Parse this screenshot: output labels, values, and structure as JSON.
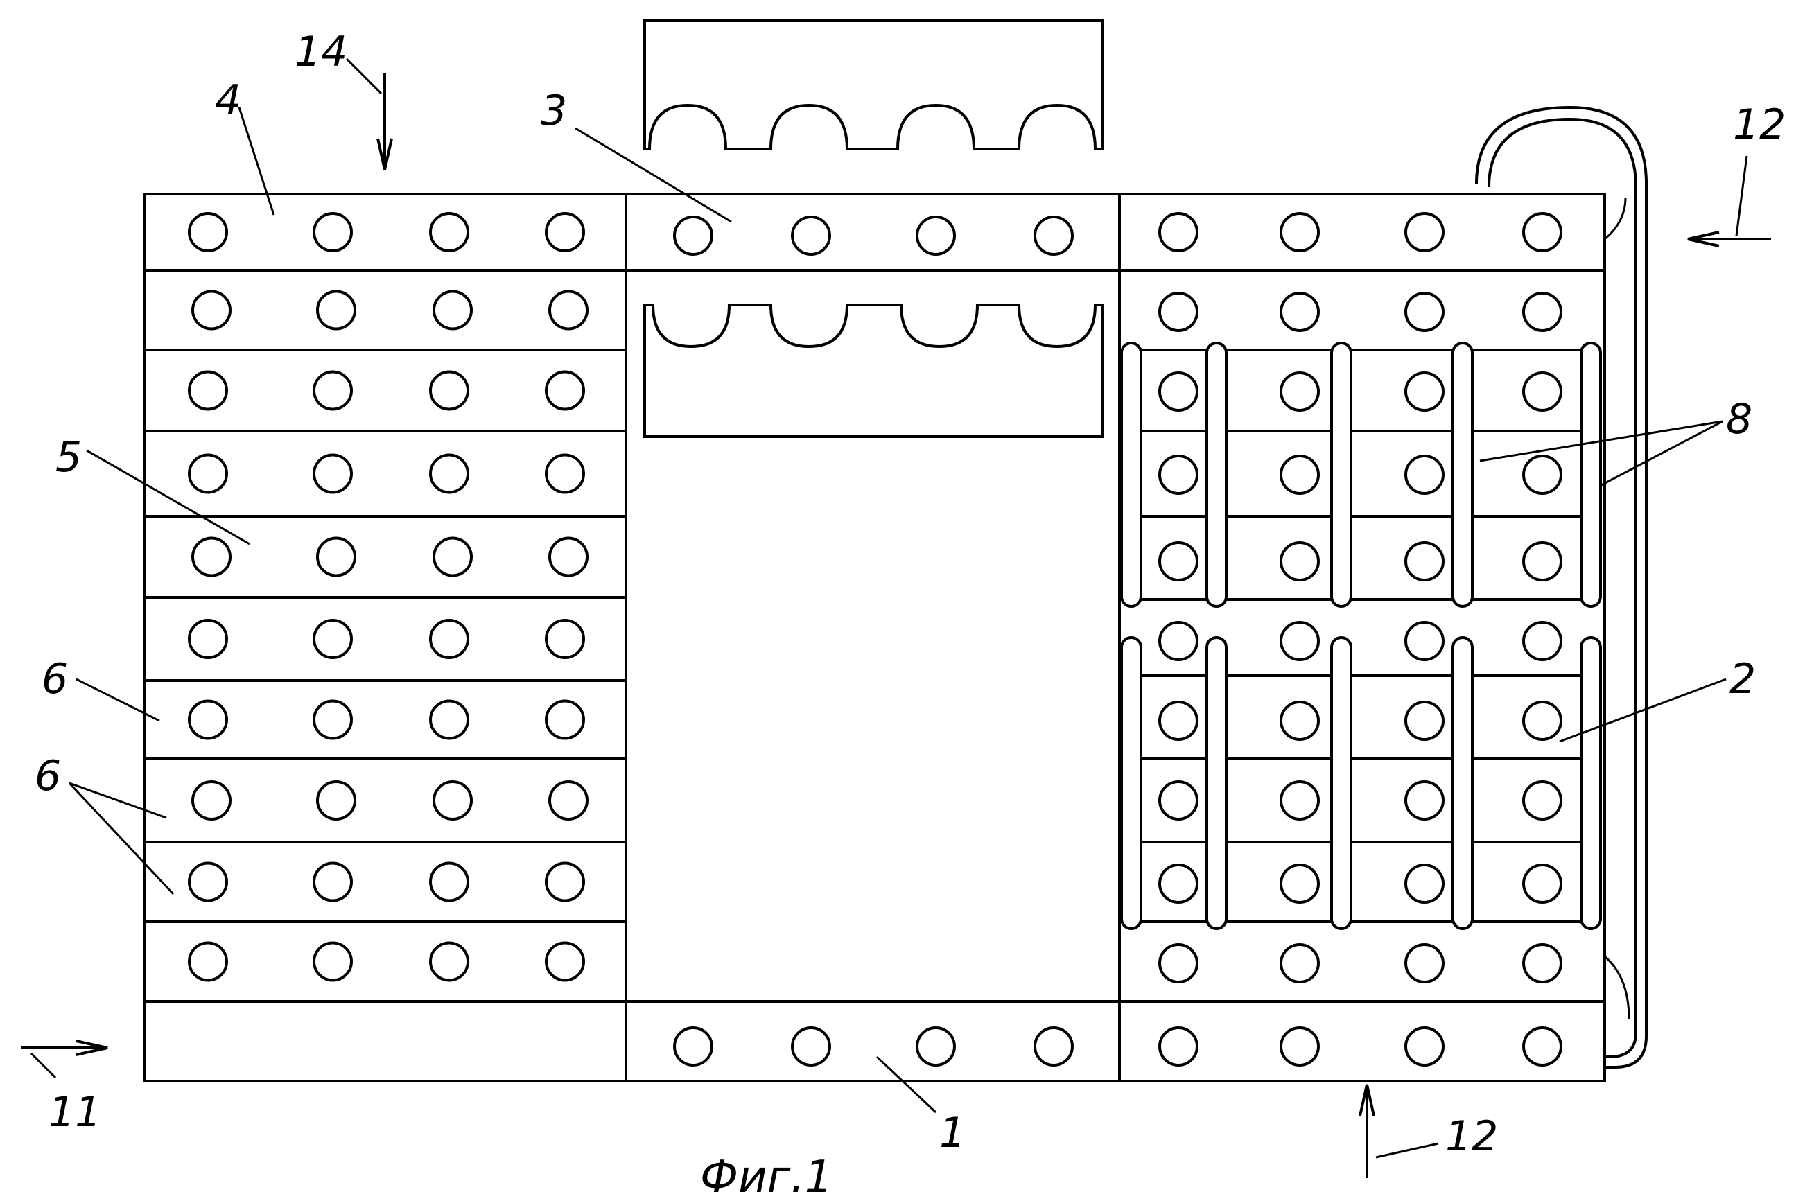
{
  "figure": {
    "caption": "Фиг.1"
  },
  "labels": {
    "l1": "1",
    "l2": "2",
    "l3": "3",
    "l4": "4",
    "l5": "5",
    "l6a": "6",
    "l6b": "6",
    "l8": "8",
    "l11": "11",
    "l12a": "12",
    "l12b": "12",
    "l14": "14"
  }
}
